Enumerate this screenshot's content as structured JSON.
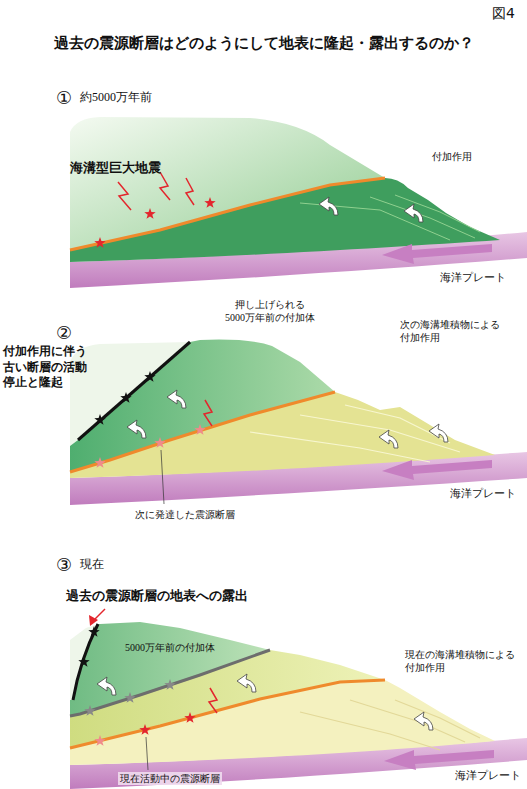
{
  "diagram": {
    "title": "過去の震源断層はどのようにして地表に隆起・露出するのか？",
    "labels": [
      "図4",
      "①",
      "約5000万年前",
      "海溝型巨大地震",
      "付加作用",
      "海洋プレート",
      "②",
      "押し上げられる 5000万年前の付加体",
      "次の海溝堆積物による 付加作用",
      "付加作用に伴う 古い断層の活動 停止と隆起",
      "次に発達した震源断層",
      "海洋プレート",
      "③",
      "現在",
      "過去の震源断層の地表への露出",
      "5000万年前の付加体",
      "現在の海溝堆積物による 付加作用",
      "現在活動中の震源断層",
      "海洋プレート"
    ]
  }
}
